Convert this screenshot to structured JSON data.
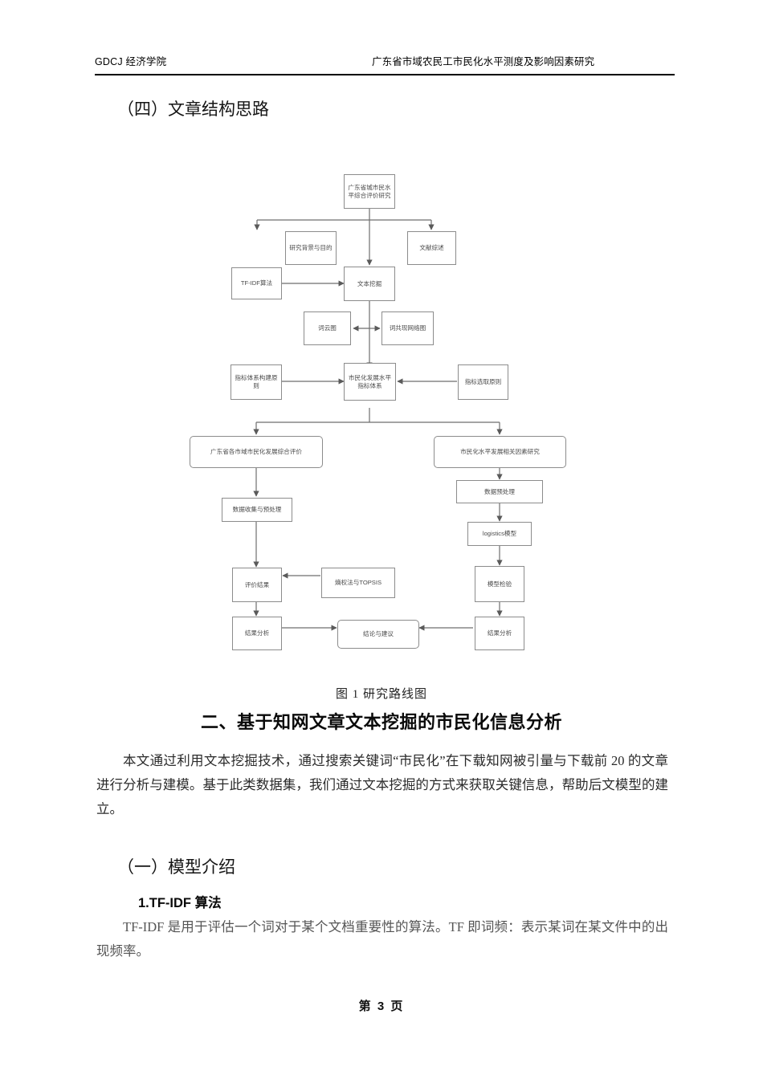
{
  "header": {
    "left": "GDCJ 经济学院",
    "right": "广东省市域农民工市民化水平测度及影响因素研究"
  },
  "headings": {
    "structure": "（四）文章结构思路",
    "chapter2": "二、基于知网文章文本挖掘的市民化信息分析",
    "model_intro": "（一）模型介绍",
    "tfidf": "1.TF-IDF 算法"
  },
  "figure": {
    "caption": "图 1 研究路线图"
  },
  "paragraphs": {
    "intro": "本文通过利用文本挖掘技术，通过搜索关键词“市民化”在下载知网被引量与下载前 20 的文章进行分析与建模。基于此类数据集，我们通过文本挖掘的方式来获取关键信息，帮助后文模型的建立。",
    "tfidf": "TF-IDF 是用于评估一个词对于某个文档重要性的算法。TF 即词频：表示某词在某文件中的出现频率。"
  },
  "footer": {
    "page": "第 3 页"
  },
  "flowchart": {
    "nodes": {
      "root": "广东省城市民水平综合评价研究",
      "background": "研究背景与目的",
      "literature": "文献综述",
      "tfidf_algo": "TF-IDF算法",
      "text_mining": "文本挖掘",
      "wordcloud": "词云图",
      "cooccurrence": "词共现网络图",
      "index_system": "市民化发展水平指标体系",
      "index_build_principle": "指标体系构建原则",
      "index_select_principle": "指标选取原则",
      "city_eval": "广东省各市域市民化发展综合评价",
      "factor_study": "市民化水平发展相关因素研究",
      "data_collect": "数据收集与预处理",
      "data_preprocess": "数据预处理",
      "logistics_model": "logistics模型",
      "eval_result": "评价结果",
      "entropy_topsis": "熵权法与TOPSIS",
      "model_test": "模型检验",
      "result_analysis_left": "结果分析",
      "result_analysis_right": "结果分析",
      "conclusion": "结论与建议"
    }
  },
  "colors": {
    "page_background": "#ffffff",
    "text": "#000000",
    "body_text": "#2a2a2a",
    "muted_text": "#555555",
    "node_border": "#8c8c8c",
    "node_text": "#4a4a4a",
    "connector": "#6e6e6e"
  }
}
